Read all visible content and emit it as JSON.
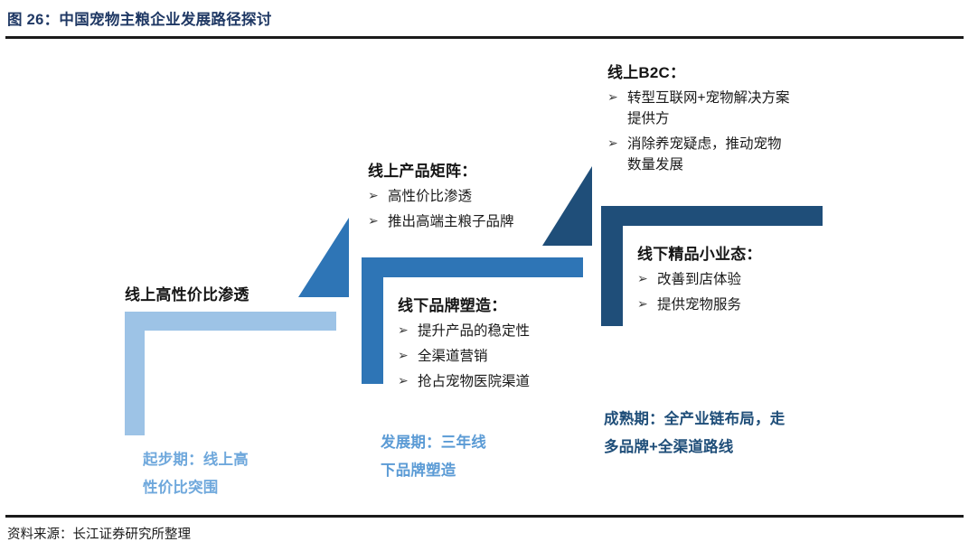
{
  "header": {
    "title": "图 26：中国宠物主粮企业发展路径探讨"
  },
  "footer": {
    "source": "资料来源：长江证券研究所整理"
  },
  "colors": {
    "stage1": "#9DC3E6",
    "stage2": "#2E75B6",
    "stage3": "#1F4E79",
    "title": "#1F3864",
    "rule": "#1a1a1a",
    "caption1": "#6FA8DC",
    "caption2": "#5B9BD5",
    "caption3": "#1F4E79"
  },
  "bullet_marker": "➢",
  "stages": [
    {
      "id": "stage-1",
      "top_heading": "线上高性价比渗透",
      "top_bullets": [],
      "inner_heading": "",
      "inner_bullets": [],
      "caption": "起步期：线上高\n性价比突围"
    },
    {
      "id": "stage-2",
      "top_heading": "线上产品矩阵：",
      "top_bullets": [
        "高性价比渗透",
        "推出高端主粮子品牌"
      ],
      "inner_heading": "线下品牌塑造：",
      "inner_bullets": [
        "提升产品的稳定性",
        "全渠道营销",
        "抢占宠物医院渠道"
      ],
      "caption": "发展期：三年线\n下品牌塑造"
    },
    {
      "id": "stage-3",
      "top_heading": "线上B2C：",
      "top_bullets": [
        "转型互联网+宠物解决方案\n提供方",
        "消除养宠疑虑，推动宠物\n数量发展"
      ],
      "inner_heading": "线下精品小业态：",
      "inner_bullets": [
        "改善到店体验",
        "提供宠物服务"
      ],
      "caption": "成熟期：全产业链布局，走\n多品牌+全渠道路线"
    }
  ]
}
